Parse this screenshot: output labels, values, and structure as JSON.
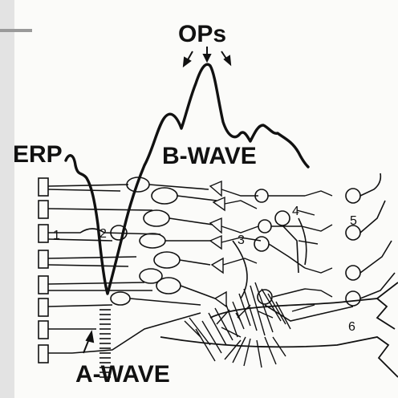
{
  "labels": {
    "ops": "OPs",
    "erp": "ERP",
    "b_wave": "B-WAVE",
    "a_wave": "A-WAVE"
  },
  "cell_numbers": {
    "n1": "1",
    "n2": "2",
    "n3": "3",
    "n4": "4",
    "n5": "5",
    "n6": "6"
  },
  "colors": {
    "ink": "#111111",
    "paper": "#fbfbf9",
    "bleed_strip": "#e3e3e3"
  }
}
